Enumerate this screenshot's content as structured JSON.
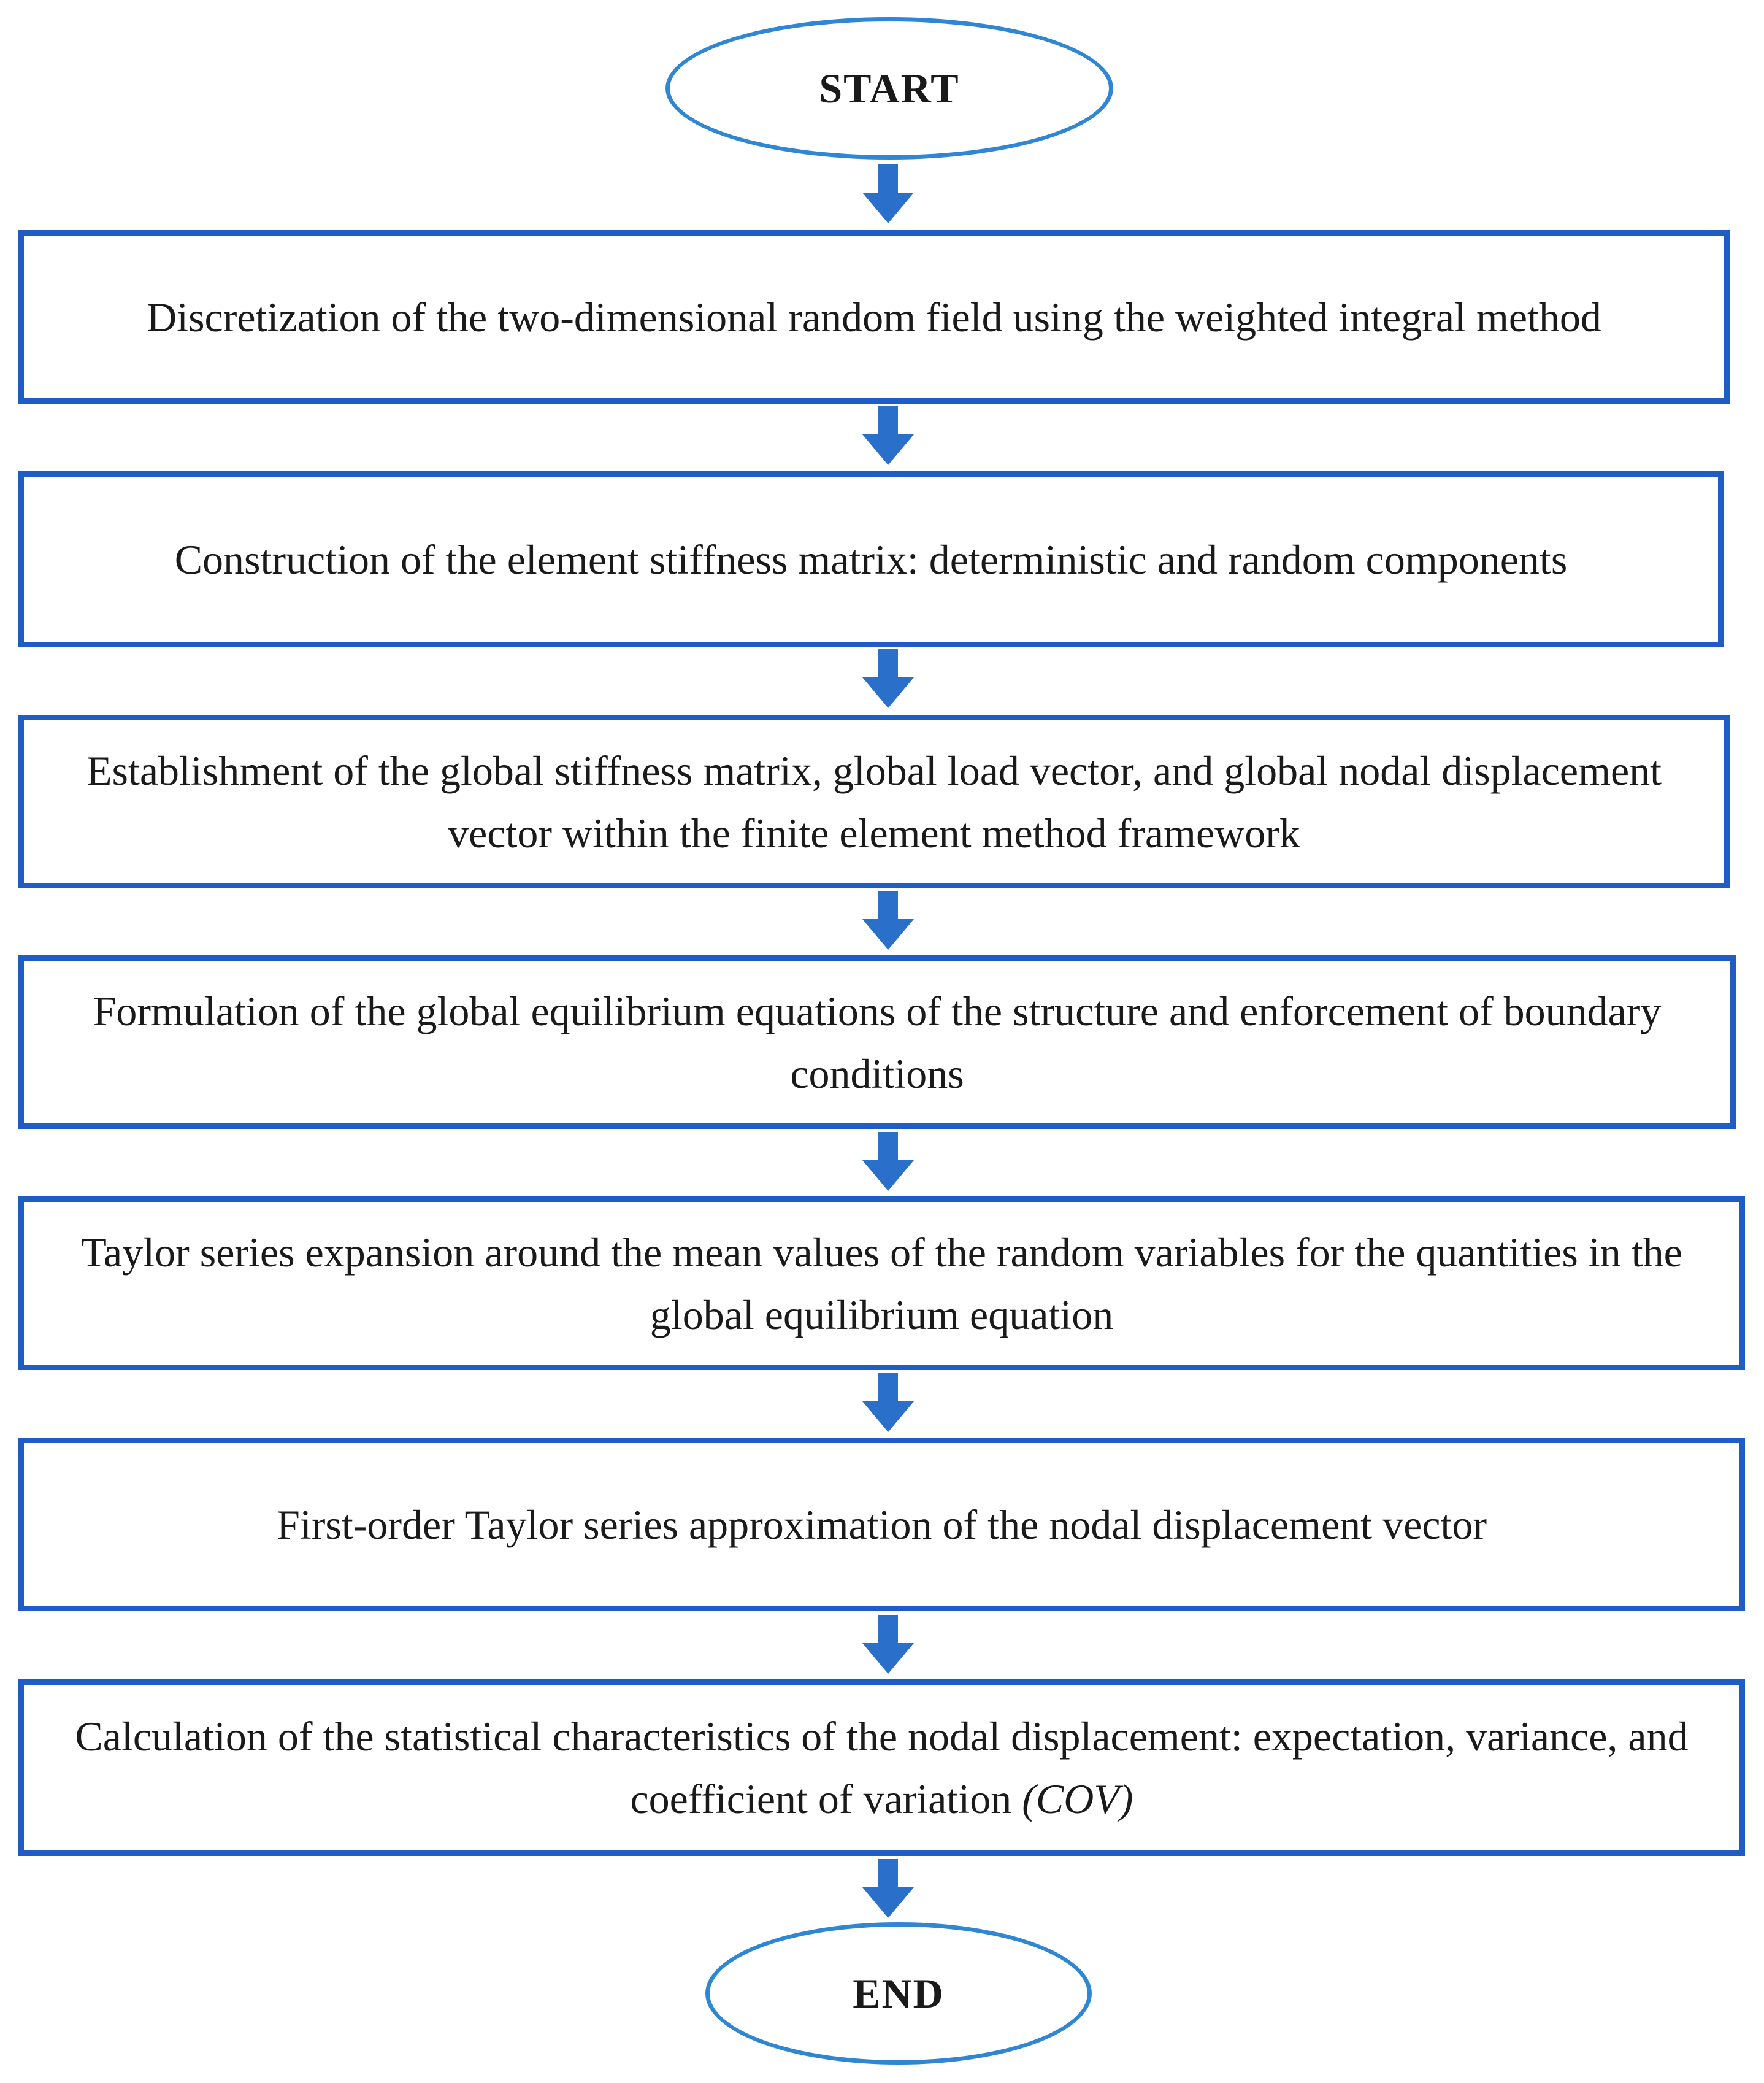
{
  "flowchart": {
    "start_label": "START",
    "end_label": "END",
    "steps": [
      {
        "text": "Discretization of the two-dimensional random field using the weighted integral method"
      },
      {
        "text": "Construction of the element stiffness matrix: deterministic and random components"
      },
      {
        "text": "Establishment of the global stiffness matrix, global load vector, and global nodal displacement vector within the finite element method framework"
      },
      {
        "text": "Formulation of the global equilibrium equations of the structure and enforcement of boundary conditions"
      },
      {
        "text": "Taylor series expansion around the mean values of the random variables for the quantities in the global equilibrium equation"
      },
      {
        "text": "First-order Taylor series approximation of the nodal displacement vector"
      },
      {
        "text": "Calculation of the statistical characteristics of the nodal displacement: expectation, variance, and coefficient of variation ",
        "italic_suffix": "(COV)"
      }
    ]
  },
  "colors": {
    "oval_border": "#2e86d4",
    "box_border": "#1f5cc4",
    "arrow_fill": "#2a6fc9",
    "text": "#1a1a1a",
    "background": "#ffffff"
  },
  "icons": {
    "connector": "down-arrow-icon"
  }
}
